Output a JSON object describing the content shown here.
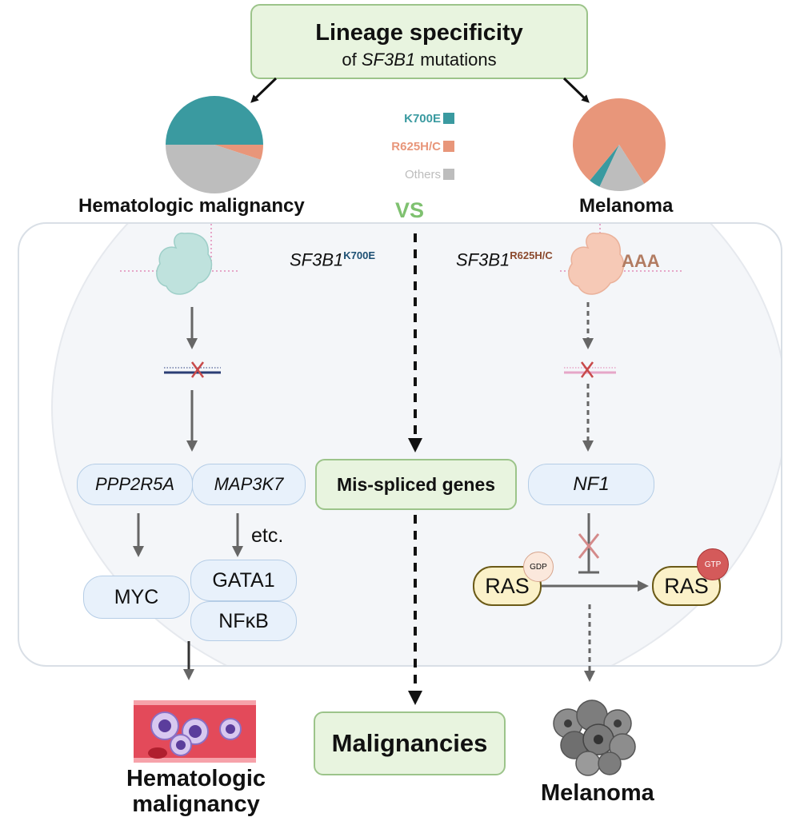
{
  "title": {
    "main": "Lineage specificity",
    "sub_prefix": "of ",
    "sub_gene": "SF3B1",
    "sub_suffix": " mutations"
  },
  "pies": {
    "left_label": "Hematologic malignancy",
    "right_label": "Melanoma"
  },
  "legend": [
    {
      "label": "K700E",
      "color": "#3a9aa0"
    },
    {
      "label": "R625H/C",
      "color": "#e8967a"
    },
    {
      "label": "Others",
      "color": "#bdbdbd"
    }
  ],
  "vs": "VS",
  "mutants": {
    "left_gene": "SF3B1",
    "left_mut": "K700E",
    "right_gene": "SF3B1",
    "right_mut": "R625H/C",
    "polyA": "AAA"
  },
  "genes": {
    "left1": "PPP2R5A",
    "left2": "MAP3K7",
    "center": "Mis-spliced genes",
    "right": "NF1",
    "etc": "etc."
  },
  "downstream": {
    "myc": "MYC",
    "gata1": "GATA1",
    "nfkb": "NFκB"
  },
  "ras": {
    "left": "RAS",
    "right": "RAS",
    "gdp": "GDP",
    "gtp": "GTP"
  },
  "bottom": {
    "center": "Malignancies",
    "left_line1": "Hematologic",
    "left_line2": "malignancy",
    "right": "Melanoma"
  },
  "chart_data": [
    {
      "type": "pie",
      "slices": [
        {
          "name": "K700E",
          "value": 50,
          "color": "#3a9aa0"
        },
        {
          "name": "R625H/C",
          "value": 5,
          "color": "#e8967a"
        },
        {
          "name": "Others",
          "value": 45,
          "color": "#bdbdbd"
        }
      ]
    },
    {
      "type": "pie",
      "slices": [
        {
          "name": "K700E",
          "value": 4,
          "color": "#3a9aa0"
        },
        {
          "name": "R625H/C",
          "value": 80,
          "color": "#e8967a"
        },
        {
          "name": "Others",
          "value": 16,
          "color": "#bdbdbd"
        }
      ]
    }
  ]
}
